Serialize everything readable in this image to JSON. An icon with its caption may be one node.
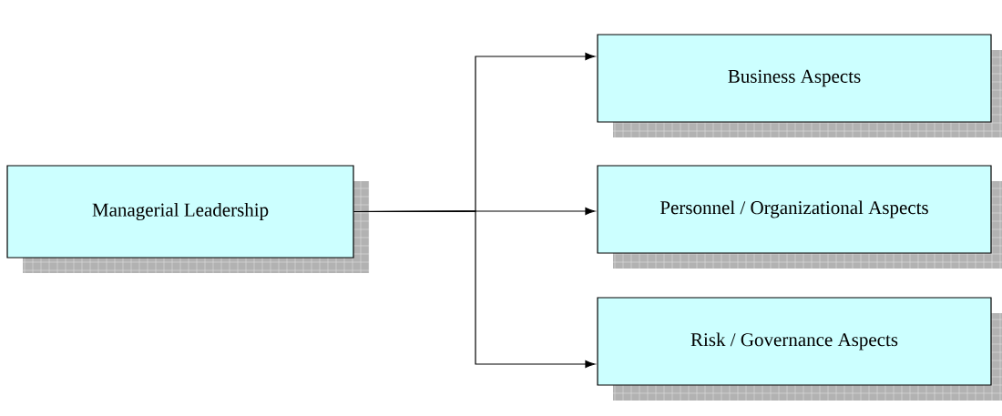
{
  "diagram": {
    "nodes": [
      {
        "text": [
          "Managerial Leadership"
        ]
      },
      {
        "text": [
          "Business Aspects"
        ]
      },
      {
        "text": [
          "Personnel / Organizational Aspects"
        ]
      },
      {
        "text": [
          "Risk / Governance Aspects"
        ]
      }
    ],
    "edges": [
      {
        "from": 0,
        "to": 1,
        "arrow": "to"
      },
      {
        "from": 0,
        "to": 2,
        "arrow": "to"
      },
      {
        "from": 0,
        "to": 3,
        "arrow": "to"
      }
    ]
  }
}
